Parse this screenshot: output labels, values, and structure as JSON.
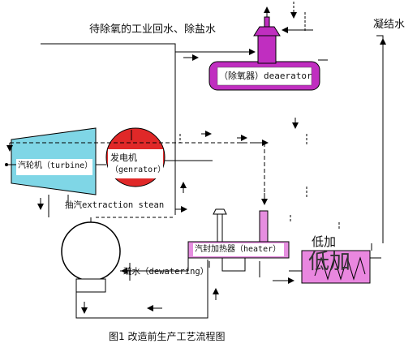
{
  "labels": {
    "feed_water": "待除氧的工业回水、除盐水",
    "condensate": "凝结水",
    "deaerator": "（除氧器）deaerator",
    "turbine": "汽轮机（turbine）",
    "generator_cn": "发电机",
    "generator_en": "（genrator）",
    "extraction": "抽汽extraction  stean",
    "dewatering": "疏水（dewatering）",
    "heater": "汽封加热器（heater）",
    "low_heater": "低加",
    "low_heater_box": "低加",
    "caption": "图1   改造前生产工艺流程图"
  },
  "colors": {
    "deaerator_fill": "#c02ec0",
    "turbine_fill": "#7fd6e6",
    "generator_red": "#e02828",
    "heater_fill": "#e68ee0",
    "low_heater_fill": "#e987df",
    "line": "#000000"
  }
}
